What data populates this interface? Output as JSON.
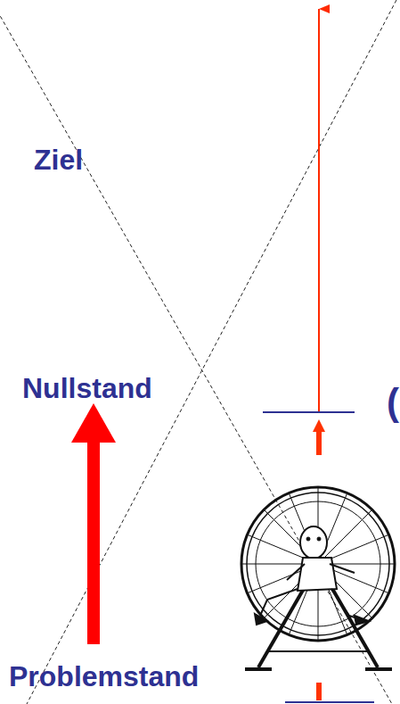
{
  "diagram": {
    "labels": [
      "Ziel",
      "Nullstand",
      "Problemstand",
      "("
    ]
  }
}
